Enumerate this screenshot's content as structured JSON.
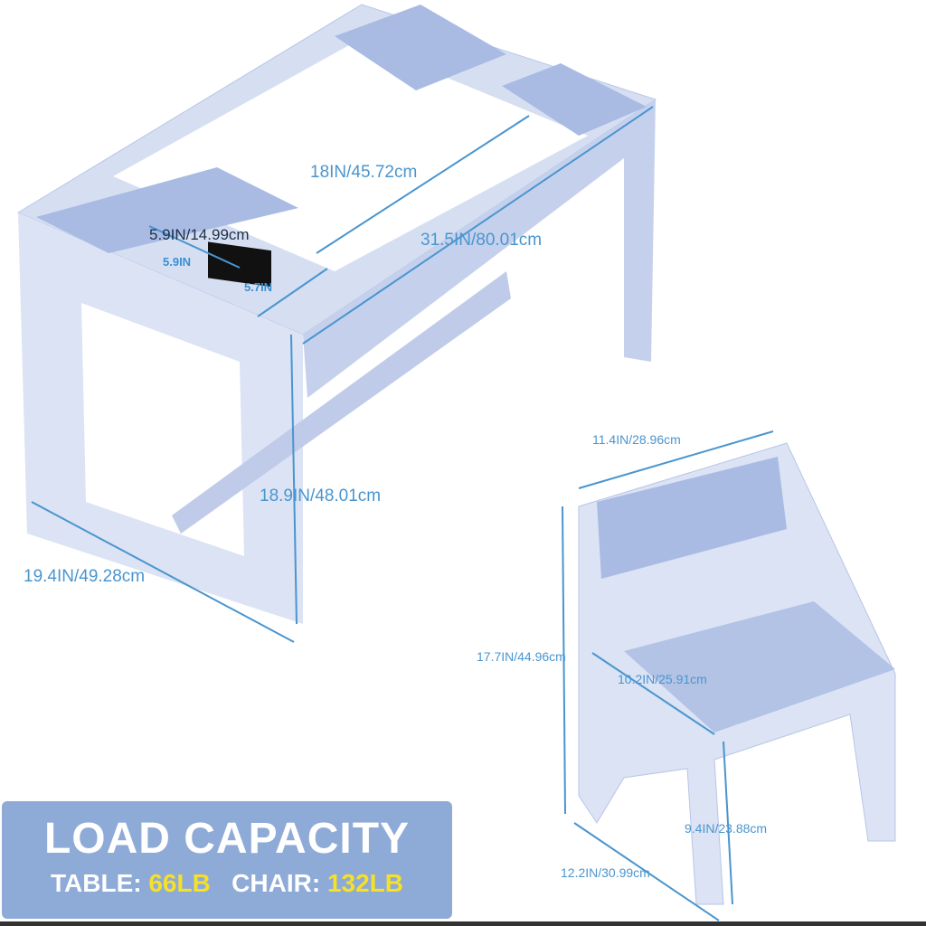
{
  "table_dimensions": {
    "tray_width": "18IN/45.72cm",
    "length": "31.5IN/80.01cm",
    "bin_length": "5.9IN/14.99cm",
    "bin_length_hidden": "5.9IN",
    "bin_width": "5.7IN",
    "height": "18.9IN/48.01cm",
    "depth": "19.4IN/49.28cm"
  },
  "chair_dimensions": {
    "back_width": "11.4IN/28.96cm",
    "height": "17.7IN/44.96cm",
    "seat_depth": "10.2IN/25.91cm",
    "seat_height": "9.4IN/23.88cm",
    "base_depth": "12.2IN/30.99cm"
  },
  "banner": {
    "title": "LOAD CAPACITY",
    "table_label": "TABLE:",
    "table_value": "66LB",
    "chair_label": "CHAIR:",
    "chair_value": "132LB"
  },
  "colors": {
    "furniture": "#c9d5ee",
    "dimension_line": "#4a95cf",
    "banner": "#8eaad6",
    "highlight": "#f5e02a"
  }
}
